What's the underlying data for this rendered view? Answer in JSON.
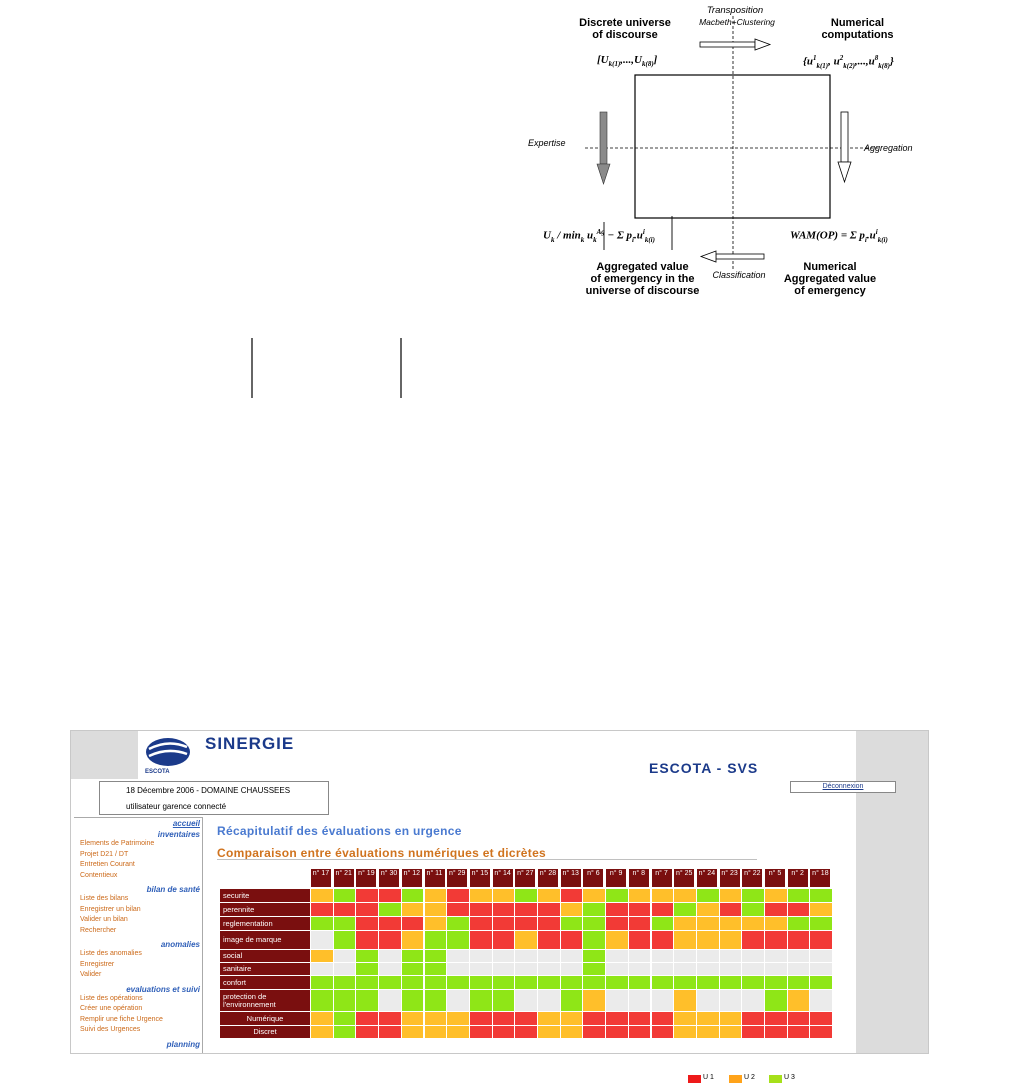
{
  "diagram": {
    "discrete_title": "Discrete universe\nof discourse",
    "numerical_title": "Numerical\ncomputations",
    "transposition": "Transposition",
    "transposition_method": "Macbeth+Clustering",
    "discrete_set": "[U",
    "expertise": "Expertise",
    "aggregation": "Aggregation",
    "classification": "Classification",
    "aggregated_discourse": "Aggregated value\nof emergency in the\nuniverse of discourse",
    "numerical_aggregated": "Numerical\nAggregated value\nof emergency",
    "formula_uk": "U",
    "formula_wam": "WAM(OP) ="
  },
  "app": {
    "name": "SINERGIE",
    "logo_text": "ESCOTA",
    "subtitle": "ESCOTA - SVS",
    "date_line": "18 Décembre 2006 - DOMAINE CHAUSSEES",
    "user_line": "utilisateur garence connecté",
    "logout": "Déconnexion",
    "page_title": "Récapitulatif des évaluations en urgence",
    "section_title": "Comparaison entre évaluations numériques et dicrètes"
  },
  "sidebar": [
    {
      "section": "accueil",
      "items": []
    },
    {
      "section": "inventaires",
      "items": [
        "Elements de Patrimoine",
        "Projet D21 / DT",
        "Entretien Courant",
        "Contentieux"
      ]
    },
    {
      "section": "bilan de santé",
      "items": [
        "Liste des bilans",
        "Enregistrer un bilan",
        "Valider un bilan",
        "Rechercher"
      ]
    },
    {
      "section": "anomalies",
      "items": [
        "Liste des anomalies",
        "Enregistrer",
        "Valider"
      ]
    },
    {
      "section": "evaluations et suivi",
      "items": [
        "Liste des opérations",
        "Créer une opération",
        "Remplir une fiche Urgence",
        "Suivi des Urgences"
      ]
    },
    {
      "section": "planning",
      "items": []
    }
  ],
  "grid": {
    "columns": [
      "17",
      "21",
      "19",
      "30",
      "12",
      "11",
      "29",
      "15",
      "14",
      "27",
      "28",
      "13",
      "6",
      "9",
      "8",
      "7",
      "25",
      "24",
      "23",
      "22",
      "5",
      "2",
      "18"
    ],
    "column_prefix": "n°",
    "rows": [
      {
        "label": "securite",
        "cells": "ogrrgoroogorogooogogogg"
      },
      {
        "label": "perennite",
        "cells": "rrrgoorrrrrogrrrgorgrro"
      },
      {
        "label": "reglementation",
        "cells": "ggrrrogrrrrggrrgooooogg"
      },
      {
        "label": "image de marque",
        "cells": "egrroggrrorrgorrooorrrro"
      },
      {
        "label": "social",
        "cells": "oegeggeeeeeegeeeeeeeeeee"
      },
      {
        "label": "sanitaire",
        "cells": "eegeggeeeeeegeeeeeeeeeee"
      },
      {
        "label": "confort",
        "cells": "ggggggggggggggggggggggggg"
      },
      {
        "label": "protection de l'environnement",
        "cells": "gggeggeggeegoeeeoeeegoe"
      },
      {
        "label": "Numérique",
        "cells": "ogrrooorrroorrrrooorrrro"
      },
      {
        "label": "Discret",
        "cells": "ogrrooorrroorrrrooorrrro"
      }
    ],
    "colors": {
      "r": "#f23a36",
      "o": "#ffbf2a",
      "g": "#8fe617",
      "e": "#ebebeb"
    }
  },
  "legend": [
    {
      "label": "U 1",
      "color": "#ee1a1a"
    },
    {
      "label": "U 2",
      "color": "#ffa31a"
    },
    {
      "label": "U 3",
      "color": "#a6e01a"
    }
  ]
}
